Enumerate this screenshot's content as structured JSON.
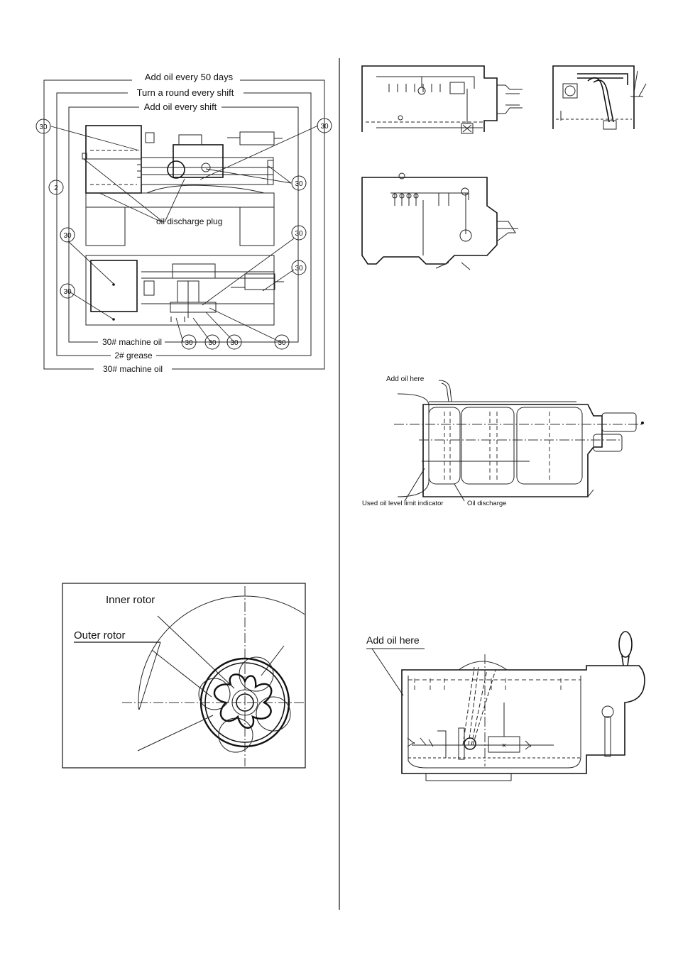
{
  "lubrication_chart": {
    "frame_labels": {
      "outer_top": "Add oil every 50 days",
      "middle_top": "Turn a round every shift",
      "inner_top": "Add oil every shift",
      "inner_bottom": "30# machine oil",
      "middle_bottom": "2# grease",
      "outer_bottom": "30# machine oil"
    },
    "plug_label": "oil discharge plug",
    "markers": {
      "m30": "30",
      "m2": "2"
    }
  },
  "headstock_tank_diagram": {
    "add_oil_label": "Add oil here",
    "level_indicator_label": "Used oil level limit indicator",
    "discharge_label": "Oil   discharge"
  },
  "rotor_pump_diagram": {
    "inner_rotor_label": "Inner rotor",
    "outer_rotor_label": "Outer rotor"
  },
  "gearbox_diagram": {
    "add_oil_label": "Add oil here"
  }
}
